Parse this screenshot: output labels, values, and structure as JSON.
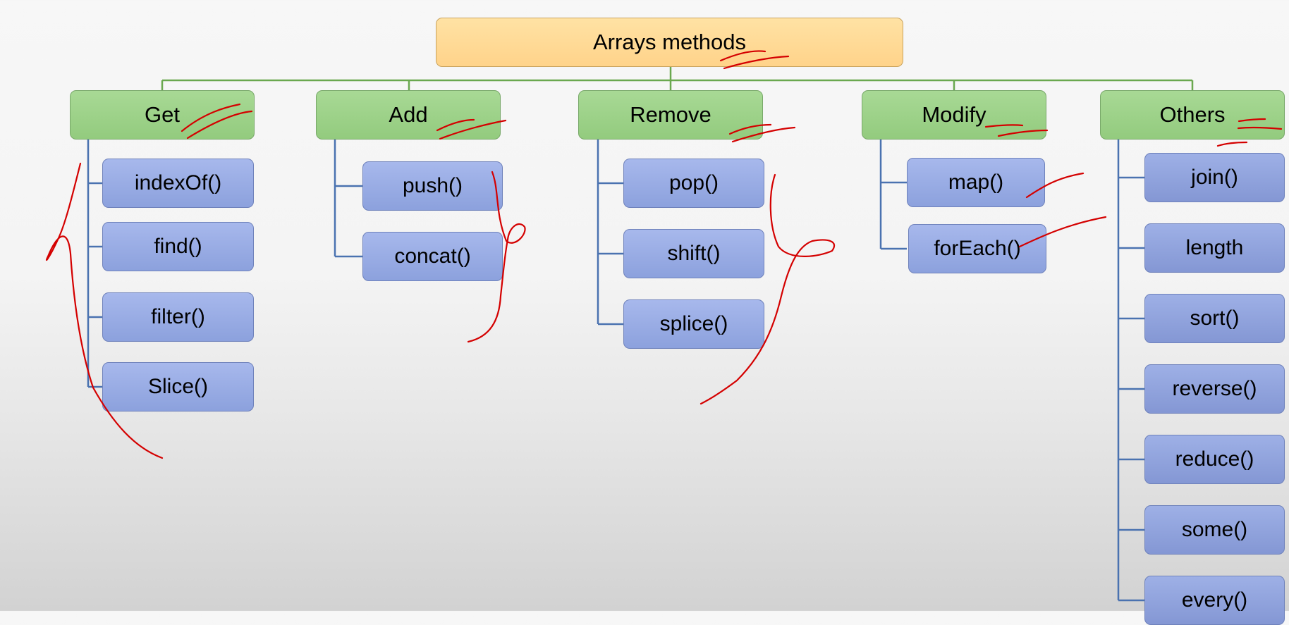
{
  "diagram": {
    "root": {
      "label": "Arrays methods"
    },
    "categories": [
      {
        "label": "Get",
        "items": [
          "indexOf()",
          "find()",
          "filter()",
          "Slice()"
        ]
      },
      {
        "label": "Add",
        "items": [
          "push()",
          "concat()"
        ]
      },
      {
        "label": "Remove",
        "items": [
          "pop()",
          "shift()",
          "splice()"
        ]
      },
      {
        "label": "Modify",
        "items": [
          "map()",
          "forEach()"
        ]
      },
      {
        "label": "Others",
        "items": [
          "join()",
          "length",
          "sort()",
          "reverse()",
          "reduce()",
          "some()",
          "every()"
        ]
      }
    ],
    "colors": {
      "root_fill": "#ffd38a",
      "category_fill": "#9bd085",
      "item_fill": "#98abe4",
      "root_connector": "#6aa84f",
      "child_connector": "#4a72b0",
      "annotation_ink": "#d40000"
    }
  }
}
